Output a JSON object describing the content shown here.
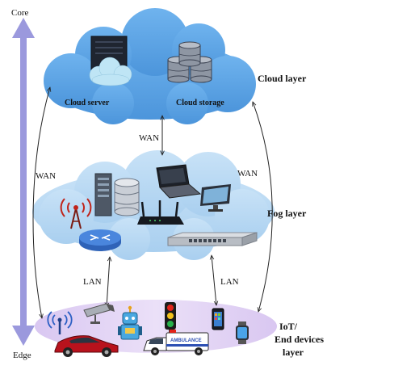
{
  "axis": {
    "top": "Core",
    "bottom": "Edge"
  },
  "cloud_layer": {
    "title": "Cloud layer",
    "server_label": "Cloud server",
    "storage_label": "Cloud storage"
  },
  "fog_layer": {
    "title": "Fog layer"
  },
  "iot_layer": {
    "title_line1": "IoT/",
    "title_line2": "End devices",
    "title_line3": "layer",
    "ambulance_text": "AMBULANCE"
  },
  "links": {
    "wan_center": "WAN",
    "wan_left": "WAN",
    "wan_right": "WAN",
    "lan_left": "LAN",
    "lan_right": "LAN"
  },
  "icons": [
    "cloud-server-icon",
    "cloud-storage-icon",
    "server-rack-icon",
    "database-icon",
    "laptop-icon",
    "monitor-icon",
    "wifi-router-icon",
    "radio-tower-icon",
    "router-icon",
    "network-switch-icon",
    "antenna-icon",
    "cctv-camera-icon",
    "robot-icon",
    "traffic-light-icon",
    "smartphone-icon",
    "smartwatch-icon",
    "car-icon",
    "ambulance-icon"
  ],
  "colors": {
    "cloud_fill": "#5ba4e6",
    "fog_fill": "#b9d9f4",
    "iot_fill": "#e1d1f4",
    "axis_arrow": "#9b99dd"
  }
}
